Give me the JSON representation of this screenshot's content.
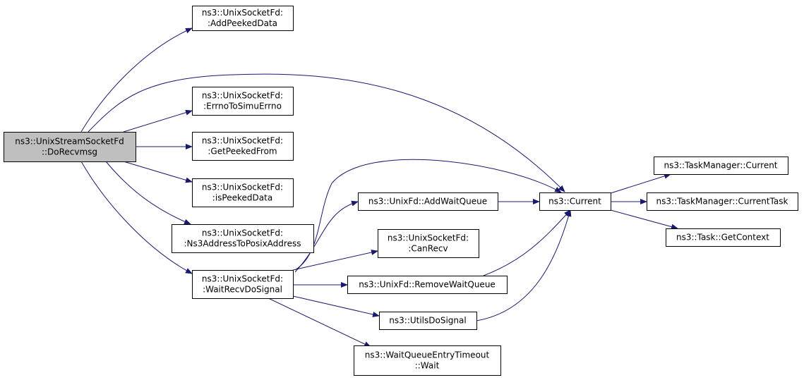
{
  "colors": {
    "edge": "#191970",
    "node_border": "#000000",
    "node_fill": "#ffffff",
    "root_fill": "#bfbfbf"
  },
  "nodes": [
    {
      "id": "root",
      "lines": [
        "ns3::UnixStreamSocketFd",
        "::DoRecvmsg"
      ],
      "root": true
    },
    {
      "id": "addpeeked",
      "lines": [
        "ns3::UnixSocketFd:",
        ":AddPeekedData"
      ]
    },
    {
      "id": "errno",
      "lines": [
        "ns3::UnixSocketFd:",
        ":ErrnoToSimuErrno"
      ]
    },
    {
      "id": "getpeeked",
      "lines": [
        "ns3::UnixSocketFd:",
        ":GetPeekedFrom"
      ]
    },
    {
      "id": "ispeeked",
      "lines": [
        "ns3::UnixSocketFd:",
        ":isPeekedData"
      ]
    },
    {
      "id": "ns3addr",
      "lines": [
        "ns3::UnixSocketFd:",
        ":Ns3AddressToPosixAddress"
      ]
    },
    {
      "id": "waitrecv",
      "lines": [
        "ns3::UnixSocketFd:",
        ":WaitRecvDoSignal"
      ]
    },
    {
      "id": "addwait",
      "lines": [
        "ns3::UnixFd::AddWaitQueue"
      ]
    },
    {
      "id": "canrecv",
      "lines": [
        "ns3::UnixSocketFd:",
        ":CanRecv"
      ]
    },
    {
      "id": "removewait",
      "lines": [
        "ns3::UnixFd::RemoveWaitQueue"
      ]
    },
    {
      "id": "utils",
      "lines": [
        "ns3::UtilsDoSignal"
      ]
    },
    {
      "id": "waitqueue",
      "lines": [
        "ns3::WaitQueueEntryTimeout",
        "::Wait"
      ]
    },
    {
      "id": "current",
      "lines": [
        "ns3::Current"
      ]
    },
    {
      "id": "tmcurrent",
      "lines": [
        "ns3::TaskManager::Current"
      ]
    },
    {
      "id": "tmcurrenttask",
      "lines": [
        "ns3::TaskManager::CurrentTask"
      ]
    },
    {
      "id": "getcontext",
      "lines": [
        "ns3::Task::GetContext"
      ]
    }
  ],
  "edges": [
    {
      "from": "root",
      "to": "addpeeked"
    },
    {
      "from": "root",
      "to": "current"
    },
    {
      "from": "root",
      "to": "errno"
    },
    {
      "from": "root",
      "to": "getpeeked"
    },
    {
      "from": "root",
      "to": "ispeeked"
    },
    {
      "from": "root",
      "to": "ns3addr"
    },
    {
      "from": "root",
      "to": "waitrecv"
    },
    {
      "from": "waitrecv",
      "to": "addwait"
    },
    {
      "from": "waitrecv",
      "to": "current"
    },
    {
      "from": "waitrecv",
      "to": "canrecv"
    },
    {
      "from": "waitrecv",
      "to": "removewait"
    },
    {
      "from": "waitrecv",
      "to": "utils"
    },
    {
      "from": "waitrecv",
      "to": "waitqueue"
    },
    {
      "from": "addwait",
      "to": "current"
    },
    {
      "from": "removewait",
      "to": "current"
    },
    {
      "from": "utils",
      "to": "current"
    },
    {
      "from": "current",
      "to": "tmcurrent"
    },
    {
      "from": "current",
      "to": "tmcurrenttask"
    },
    {
      "from": "current",
      "to": "getcontext"
    }
  ]
}
